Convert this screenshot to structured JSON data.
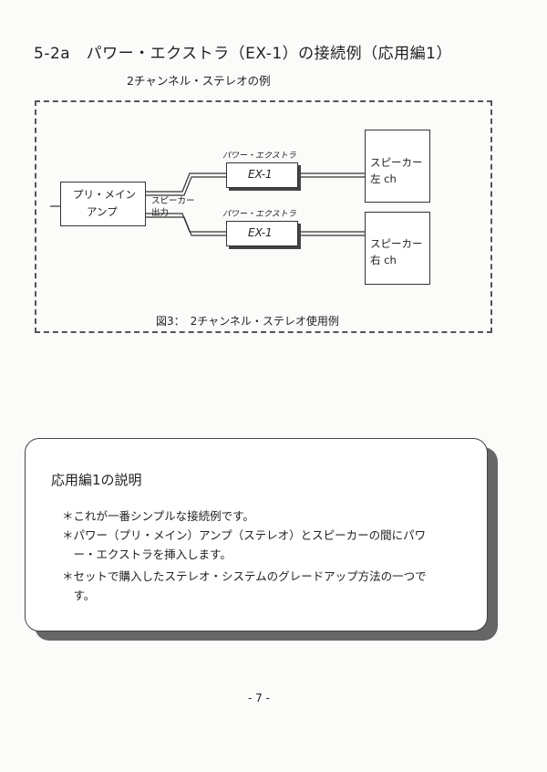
{
  "heading": {
    "title": "5-2a　パワー・エクストラ（EX-1）の接続例（応用編1）",
    "subtitle": "2チャンネル・ステレオの例"
  },
  "diagram": {
    "amp_line1": "プリ・メイン",
    "amp_line2": "アンプ",
    "speaker_out_line1": "スピーカー",
    "speaker_out_line2": "出力",
    "extra_label_top": "パワー・エクストラ",
    "extra_label_bottom": "パワー・エクストラ",
    "extra_top": "EX-1",
    "extra_bottom": "EX-1",
    "speaker_left_line1": "スピーカー",
    "speaker_left_line2": "左 ch",
    "speaker_right_line1": "スピーカー",
    "speaker_right_line2": "右 ch",
    "caption": "図3：　2チャンネル・ステレオ使用例"
  },
  "info": {
    "title": "応用編1の説明",
    "bullets": [
      "＊これが一番シンプルな接続例です。",
      "＊パワー（プリ・メイン）アンプ（ステレオ）とスピーカーの間にパワ",
      "　ー・エクストラを挿入します。",
      "＊セットで購入したステレオ・システムのグレードアップ方法の一つで",
      "　す。"
    ]
  },
  "page_number": "- 7 -"
}
